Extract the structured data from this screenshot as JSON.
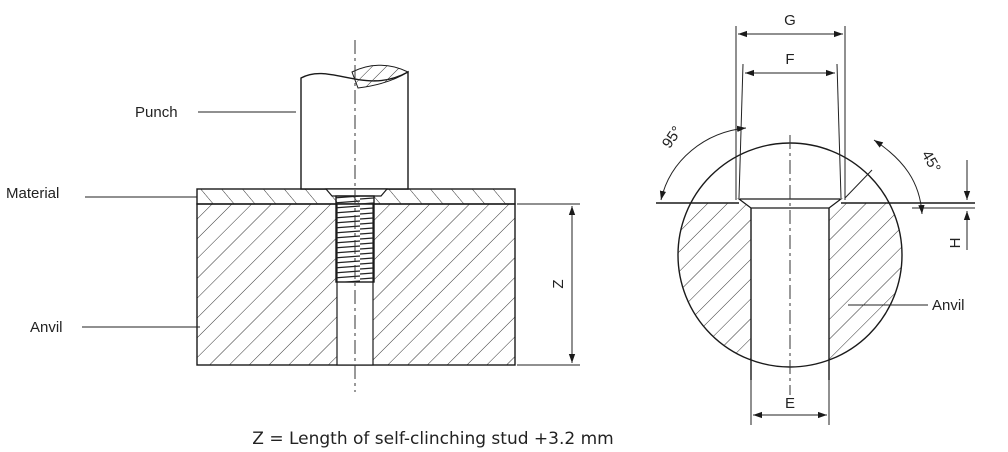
{
  "labels": {
    "punch": "Punch",
    "material": "Material",
    "anvil_left": "Anvil",
    "anvil_right": "Anvil",
    "dim_z": "Z",
    "dim_g": "G",
    "dim_f": "F",
    "dim_e": "E",
    "dim_h": "H",
    "angle_95": "95°",
    "angle_45": "45°"
  },
  "caption": "Z = Length of self-clinching stud +3.2 mm",
  "colors": {
    "line": "#1a1a1a",
    "background": "#ffffff"
  }
}
